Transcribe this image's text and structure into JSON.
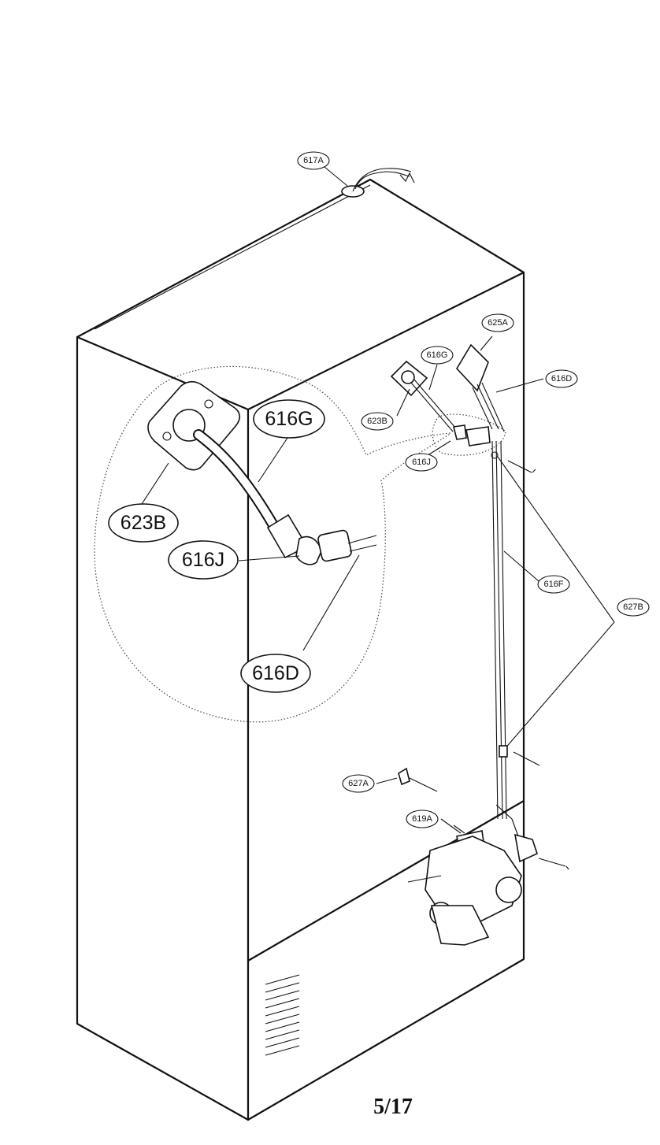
{
  "labels": {
    "l617A": "617A",
    "l625A": "625A",
    "l616G_small": "616G",
    "l616D_small": "616D",
    "l623B_small": "623B",
    "l616J_small": "616J",
    "l616F": "616F",
    "l627B": "627B",
    "l627A": "627A",
    "l619A": "619A",
    "l616G_large": "616G",
    "l623B_large": "623B",
    "l616J_large": "616J",
    "l616D_large": "616D"
  },
  "page": {
    "number": "5/17"
  }
}
